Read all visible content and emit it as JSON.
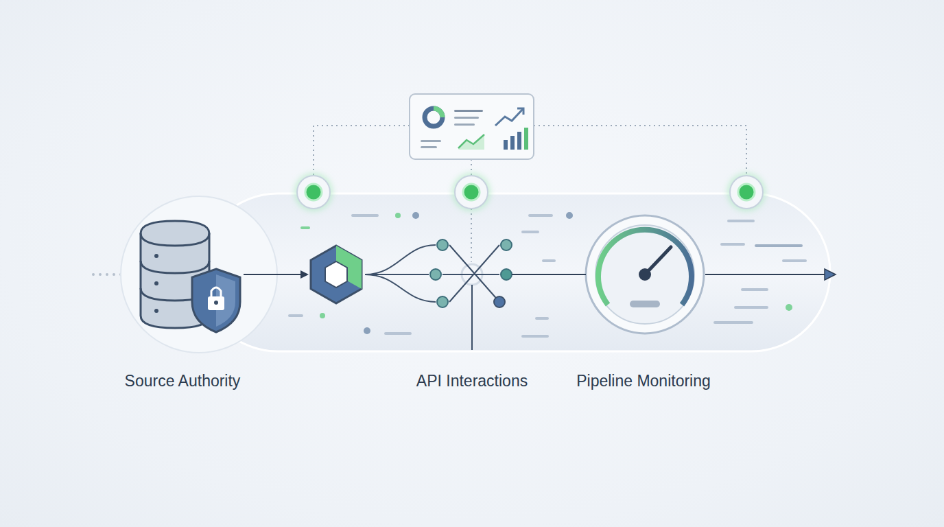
{
  "diagram": {
    "nodes": [
      {
        "text": [
          "Source Authority"
        ]
      },
      {
        "text": [
          "API Interactions"
        ]
      },
      {
        "text": [
          "Pipeline Monitoring"
        ]
      }
    ],
    "edges": [
      {
        "from": 0,
        "to": 1,
        "arrow": "to"
      },
      {
        "from": 1,
        "to": 2,
        "arrow": "none"
      }
    ]
  }
}
